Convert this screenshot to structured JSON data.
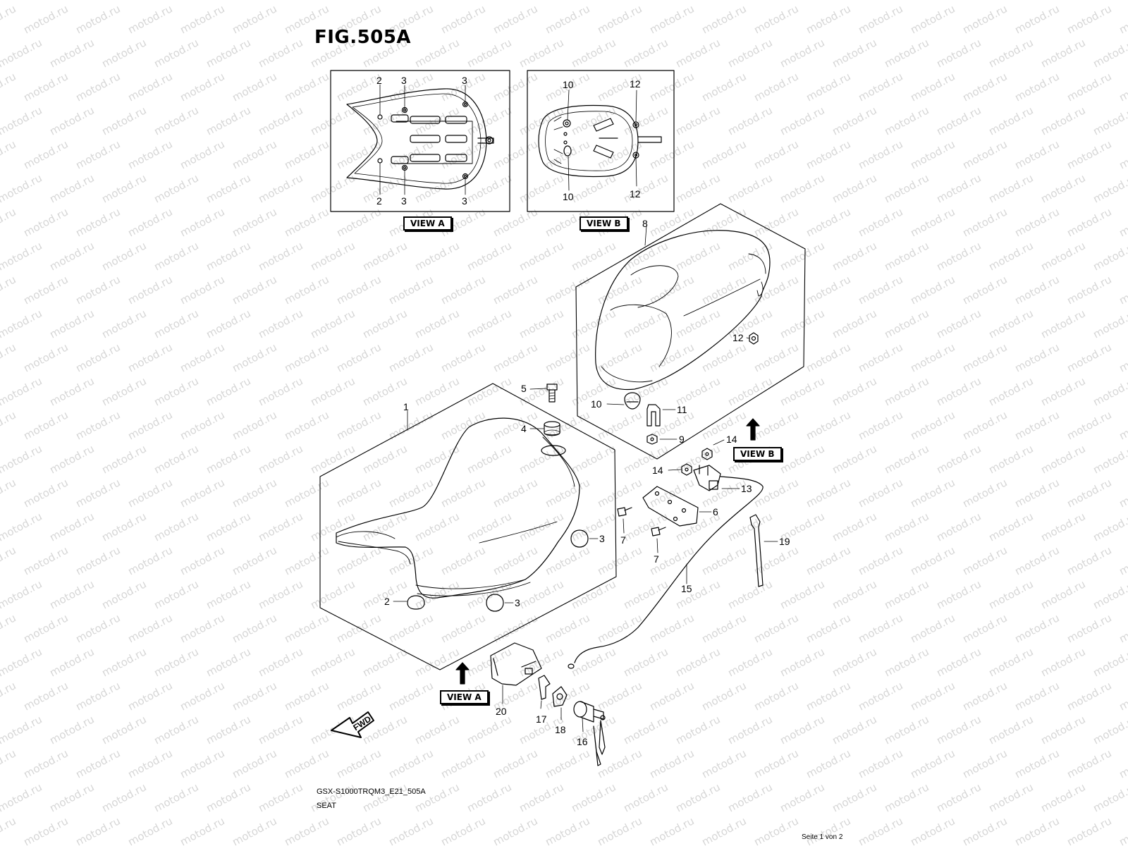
{
  "figure": {
    "title": "FIG.505A",
    "code": "GSX-S1000TRQM3_E21_505A",
    "name": "SEAT"
  },
  "watermark_text": "motod.ru",
  "views": {
    "view_a": "VIEW A",
    "view_b": "VIEW B"
  },
  "fwd_label": "FWD",
  "page_info": "Seite 1 von 2",
  "callouts": {
    "va_2a": "2",
    "va_2b": "2",
    "va_3a": "3",
    "va_3b": "3",
    "va_3c": "3",
    "va_3d": "3",
    "vb_10a": "10",
    "vb_10b": "10",
    "vb_12a": "12",
    "vb_12b": "12",
    "p1": "1",
    "p2": "2",
    "p3a": "3",
    "p3b": "3",
    "p4": "4",
    "p5": "5",
    "p6": "6",
    "p7a": "7",
    "p7b": "7",
    "p8": "8",
    "p9": "9",
    "p10": "10",
    "p11": "11",
    "p12": "12",
    "p13": "13",
    "p14a": "14",
    "p14b": "14",
    "p15": "15",
    "p16": "16",
    "p17": "17",
    "p18": "18",
    "p19": "19",
    "p20": "20"
  }
}
